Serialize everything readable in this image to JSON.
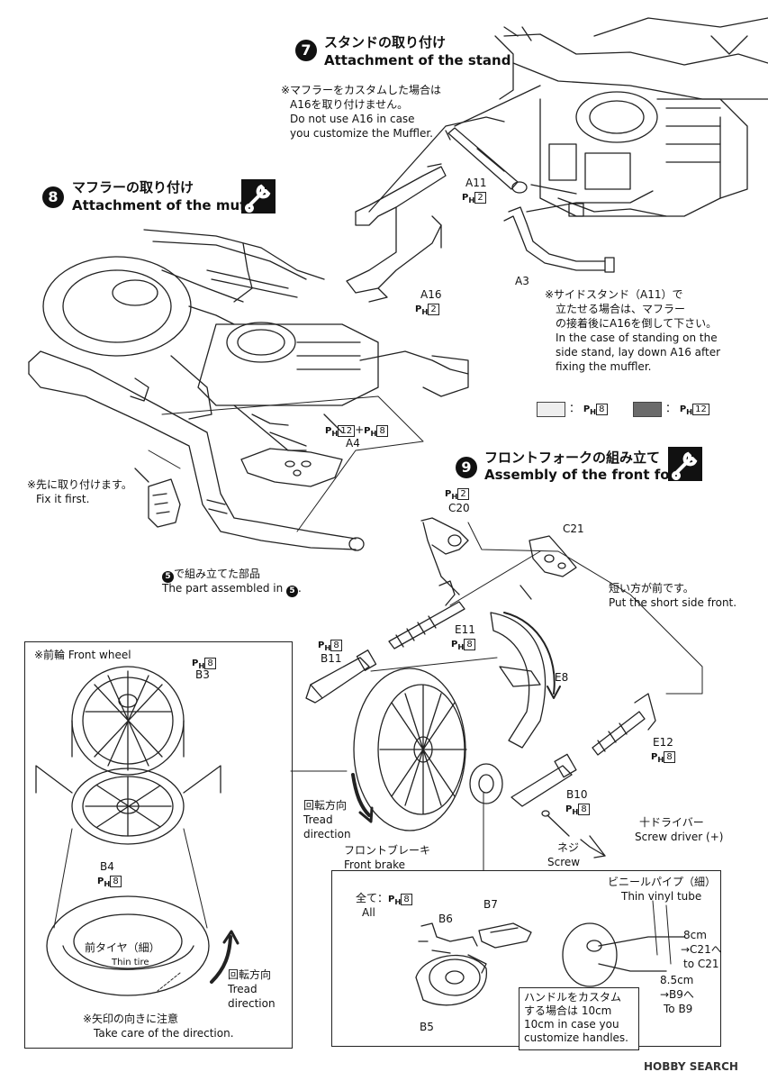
{
  "step7": {
    "number": "7",
    "title_jp": "スタンドの取り付け",
    "title_en": "Attachment of the stand",
    "note_jp_1": "※マフラーをカスタムした場合は",
    "note_jp_2": "A16を取り付けません。",
    "note_en_1": "Do not use A16 in case",
    "note_en_2": "you customize the Muffler.",
    "part_a11": "A11",
    "part_a11_ref": "2",
    "part_a16": "A16",
    "part_a16_ref": "2",
    "part_a3": "A3",
    "side_note_jp_1": "※サイドスタンド（A11）で",
    "side_note_jp_2": "立たせる場合は、マフラー",
    "side_note_jp_3": "の接着後にA16を倒して下さい。",
    "side_note_en_1": "In the case of standing on the",
    "side_note_en_2": "side stand, lay down A16 after",
    "side_note_en_3": "fixing the muffler."
  },
  "legend": {
    "light_ref": "8",
    "dark_ref": "12",
    "light_color": "#eeeeee",
    "dark_color": "#6b6b6b"
  },
  "step8": {
    "number": "8",
    "title_jp": "マフラーの取り付け",
    "title_en": "Attachment of the muffler",
    "part_a4_ref_a": "12",
    "part_a4_ref_b": "8",
    "part_a4": "A4",
    "fix_first_jp": "※先に取り付けます。",
    "fix_first_en": "Fix it first.",
    "assembled_jp": "で組み立てた部品",
    "assembled_en": "The part assembled in",
    "assembled_step": "5"
  },
  "step9": {
    "number": "9",
    "title_jp": "フロントフォークの組み立て",
    "title_en": "Assembly of the front fork",
    "c20_ref": "2",
    "c20": "C20",
    "c21": "C21",
    "short_front_jp": "短い方が前です。",
    "short_front_en": "Put the short side front.",
    "e11": "E11",
    "e11_ref": "8",
    "b11_ref": "8",
    "b11": "B11",
    "e8": "E8",
    "e12": "E12",
    "e12_ref": "8",
    "b10": "B10",
    "b10_ref": "8",
    "tread_jp": "回転方向",
    "tread_en_1": "Tread",
    "tread_en_2": "direction",
    "screwdriver_jp": "十ドライバー",
    "screwdriver_en": "Screw driver (+)",
    "screw_jp": "ネジ",
    "screw_en": "Screw"
  },
  "front_wheel": {
    "title": "※前輪 Front wheel",
    "b3_ref": "8",
    "b3": "B3",
    "b4": "B4",
    "b4_ref": "8",
    "tire_jp": "前タイヤ（細）",
    "tire_en": "Thin tire",
    "tread_jp": "回転方向",
    "tread_en_1": "Tread",
    "tread_en_2": "direction",
    "arrow_note_jp": "※矢印の向きに注意",
    "arrow_note_en": "Take care of the direction."
  },
  "front_brake": {
    "title_jp": "フロントブレーキ",
    "title_en": "Front brake",
    "all_jp": "全て：",
    "all_ref": "8",
    "all_en": "All",
    "b6": "B6",
    "b7": "B7",
    "b5": "B5",
    "vinyl_jp": "ビニールパイプ（細）",
    "vinyl_en": "Thin vinyl tube",
    "len1": "8cm",
    "len1_to_jp": "→C21へ",
    "len1_to_en": "to C21",
    "len2": "8.5cm",
    "len2_to_jp": "→B9へ",
    "len2_to_en": "To B9",
    "custom_jp_1": "ハンドルをカスタム",
    "custom_jp_2": "する場合は 10cm",
    "custom_en_1": "10cm in case you",
    "custom_en_2": "customize handles."
  },
  "parts_prefix": "P",
  "parts_sub": "H",
  "watermark": "HOBBY SEARCH"
}
